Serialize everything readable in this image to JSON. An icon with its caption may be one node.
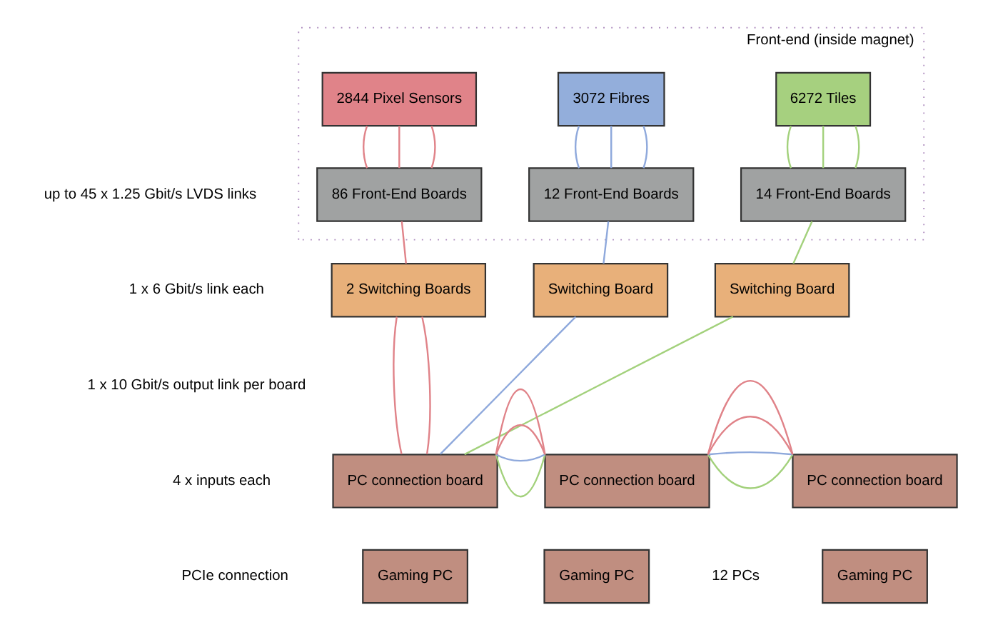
{
  "diagram": {
    "nodes": [
      {
        "text": [
          "Front-end (inside magnet)"
        ]
      },
      {
        "text": [
          "2844 Pixel Sensors"
        ],
        "in": 0
      },
      {
        "text": [
          "3072 Fibres"
        ],
        "in": 0
      },
      {
        "text": [
          "6272 Tiles"
        ],
        "in": 0
      },
      {
        "text": [
          "86 Front-End Boards"
        ],
        "in": 0
      },
      {
        "text": [
          "12 Front-End Boards"
        ],
        "in": 0
      },
      {
        "text": [
          "14 Front-End Boards"
        ],
        "in": 0
      },
      {
        "text": [
          "2 Switching Boards"
        ]
      },
      {
        "text": [
          "Switching Board"
        ]
      },
      {
        "text": [
          "Switching Board"
        ]
      },
      {
        "text": [
          "PC connection board"
        ]
      },
      {
        "text": [
          "PC connection board"
        ]
      },
      {
        "text": [
          "PC connection board"
        ]
      },
      {
        "text": [
          "Gaming PC"
        ]
      },
      {
        "text": [
          "Gaming PC"
        ]
      },
      {
        "text": [
          "Gaming PC"
        ]
      }
    ],
    "edges": [
      {
        "from": 1,
        "to": 4,
        "arrow": "none",
        "color": "#e08389"
      },
      {
        "from": 1,
        "to": 4,
        "arrow": "none",
        "color": "#e08389"
      },
      {
        "from": 1,
        "to": 4,
        "arrow": "none",
        "color": "#e08389"
      },
      {
        "from": 2,
        "to": 5,
        "arrow": "none",
        "color": "#8fa9dc"
      },
      {
        "from": 2,
        "to": 5,
        "arrow": "none",
        "color": "#8fa9dc"
      },
      {
        "from": 2,
        "to": 5,
        "arrow": "none",
        "color": "#8fa9dc"
      },
      {
        "from": 3,
        "to": 6,
        "arrow": "none",
        "color": "#a3d17c"
      },
      {
        "from": 3,
        "to": 6,
        "arrow": "none",
        "color": "#a3d17c"
      },
      {
        "from": 3,
        "to": 6,
        "arrow": "none",
        "color": "#a3d17c"
      },
      {
        "from": 4,
        "to": 7,
        "arrow": "none",
        "color": "#e08389"
      },
      {
        "from": 5,
        "to": 8,
        "arrow": "none",
        "color": "#8fa9dc"
      },
      {
        "from": 6,
        "to": 9,
        "arrow": "none",
        "color": "#a3d17c"
      },
      {
        "from": 7,
        "to": 10,
        "arrow": "none",
        "color": "#e08389"
      },
      {
        "from": 7,
        "to": 10,
        "arrow": "none",
        "color": "#e08389"
      },
      {
        "from": 8,
        "to": 10,
        "arrow": "none",
        "color": "#8fa9dc"
      },
      {
        "from": 9,
        "to": 10,
        "arrow": "none",
        "color": "#a3d17c"
      },
      {
        "from": 10,
        "to": 11,
        "arrow": "none",
        "color": "#a3d17c"
      },
      {
        "from": 10,
        "to": 11,
        "arrow": "none",
        "color": "#8fa9dc"
      },
      {
        "from": 10,
        "to": 11,
        "arrow": "none",
        "color": "#e08389"
      },
      {
        "from": 10,
        "to": 11,
        "arrow": "none",
        "color": "#e08389"
      },
      {
        "from": 11,
        "to": 12,
        "arrow": "none",
        "color": "#a3d17c"
      },
      {
        "from": 11,
        "to": 12,
        "arrow": "none",
        "color": "#8fa9dc"
      },
      {
        "from": 11,
        "to": 12,
        "arrow": "none",
        "color": "#e08389"
      },
      {
        "from": 11,
        "to": 12,
        "arrow": "none",
        "color": "#e08389"
      }
    ],
    "labels": [
      "up to 45 x 1.25 Gbit/s LVDS links",
      "1 x 6 Gbit/s link each",
      "1 x 10 Gbit/s output link per board",
      "4 x inputs each",
      "PCIe connection",
      "12 PCs"
    ]
  }
}
